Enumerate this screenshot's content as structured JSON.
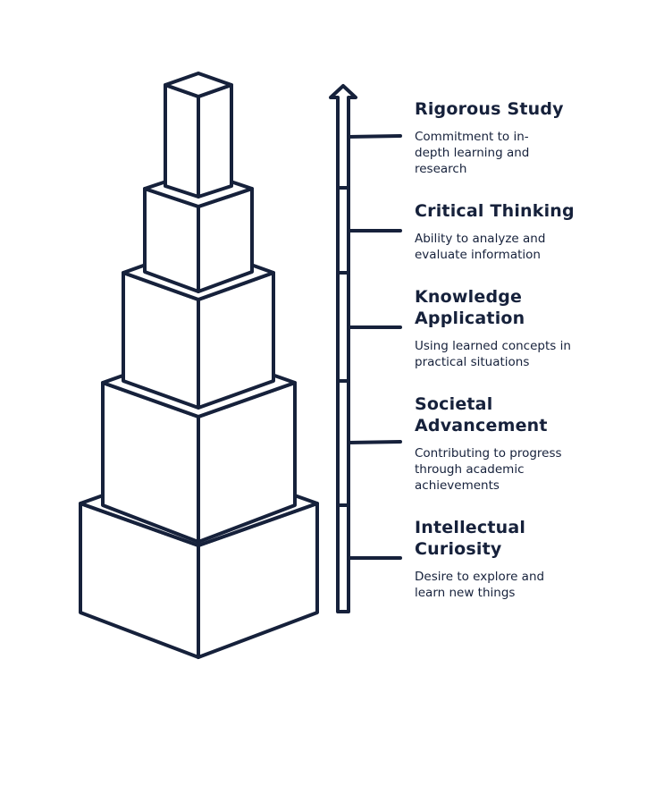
{
  "colors": {
    "ink": "#16213b",
    "background": "#ffffff"
  },
  "levels": [
    {
      "title": "Rigorous Study",
      "description": "Commitment to in-depth learning and research"
    },
    {
      "title": "Critical Thinking",
      "description": "Ability to analyze and evaluate information"
    },
    {
      "title": "Knowledge Application",
      "description": "Using learned concepts in practical situations"
    },
    {
      "title": "Societal Advancement",
      "description": "Contributing to progress through academic achievements"
    },
    {
      "title": "Intellectual Curiosity",
      "description": "Desire to explore and learn new things"
    }
  ]
}
